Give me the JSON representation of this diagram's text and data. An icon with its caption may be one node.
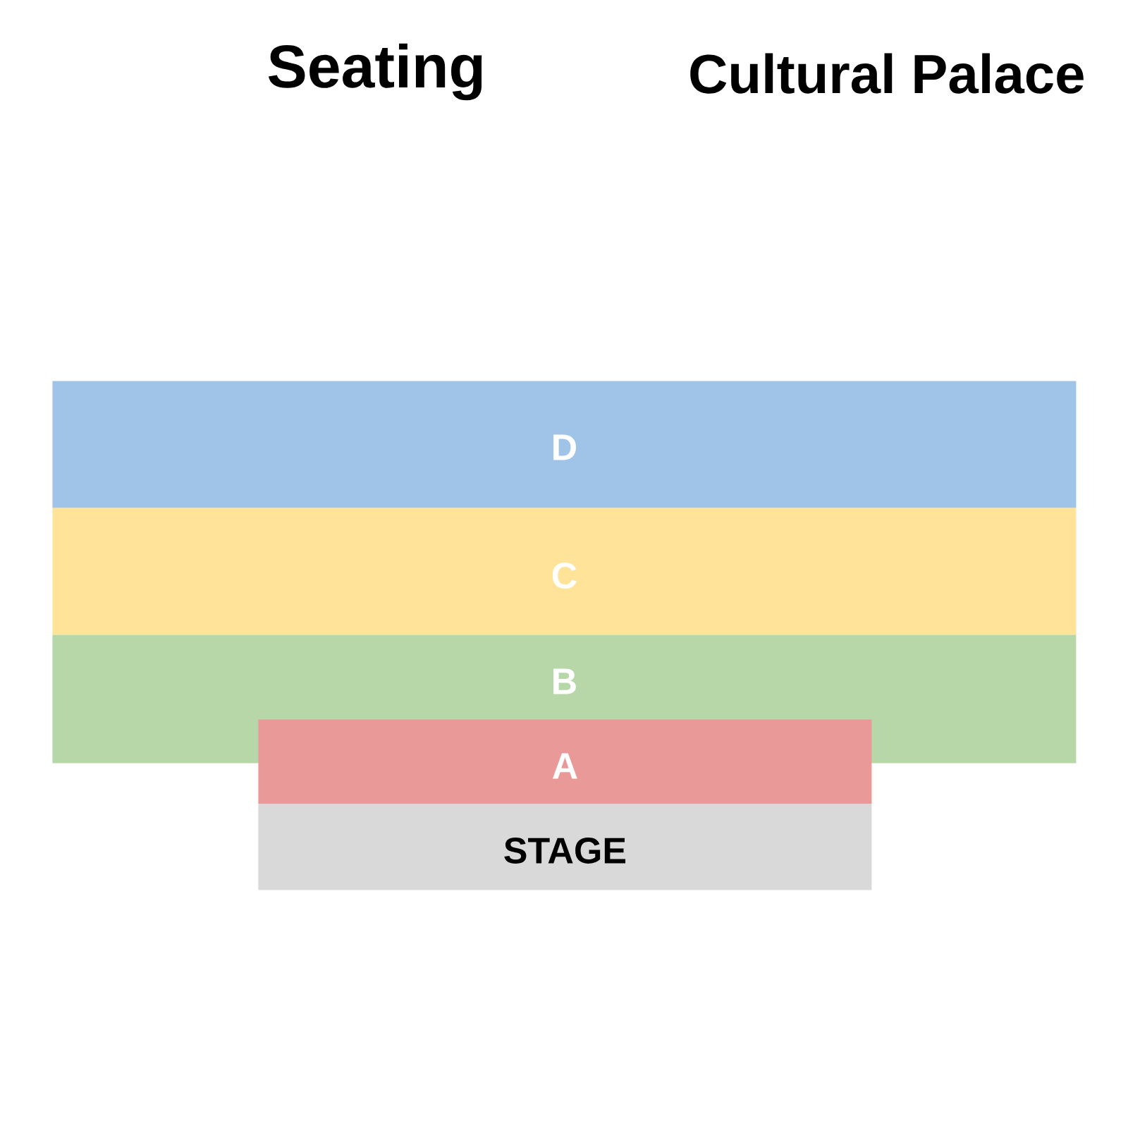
{
  "diagram": {
    "title": "Seating",
    "nodes": [
      {
        "text": [
          "D"
        ]
      },
      {
        "text": [
          "C"
        ]
      },
      {
        "text": [
          "B"
        ]
      },
      {
        "text": [
          "A"
        ]
      },
      {
        "text": [
          "STAGE"
        ]
      }
    ],
    "labels": [
      "Cultural Palace"
    ]
  }
}
